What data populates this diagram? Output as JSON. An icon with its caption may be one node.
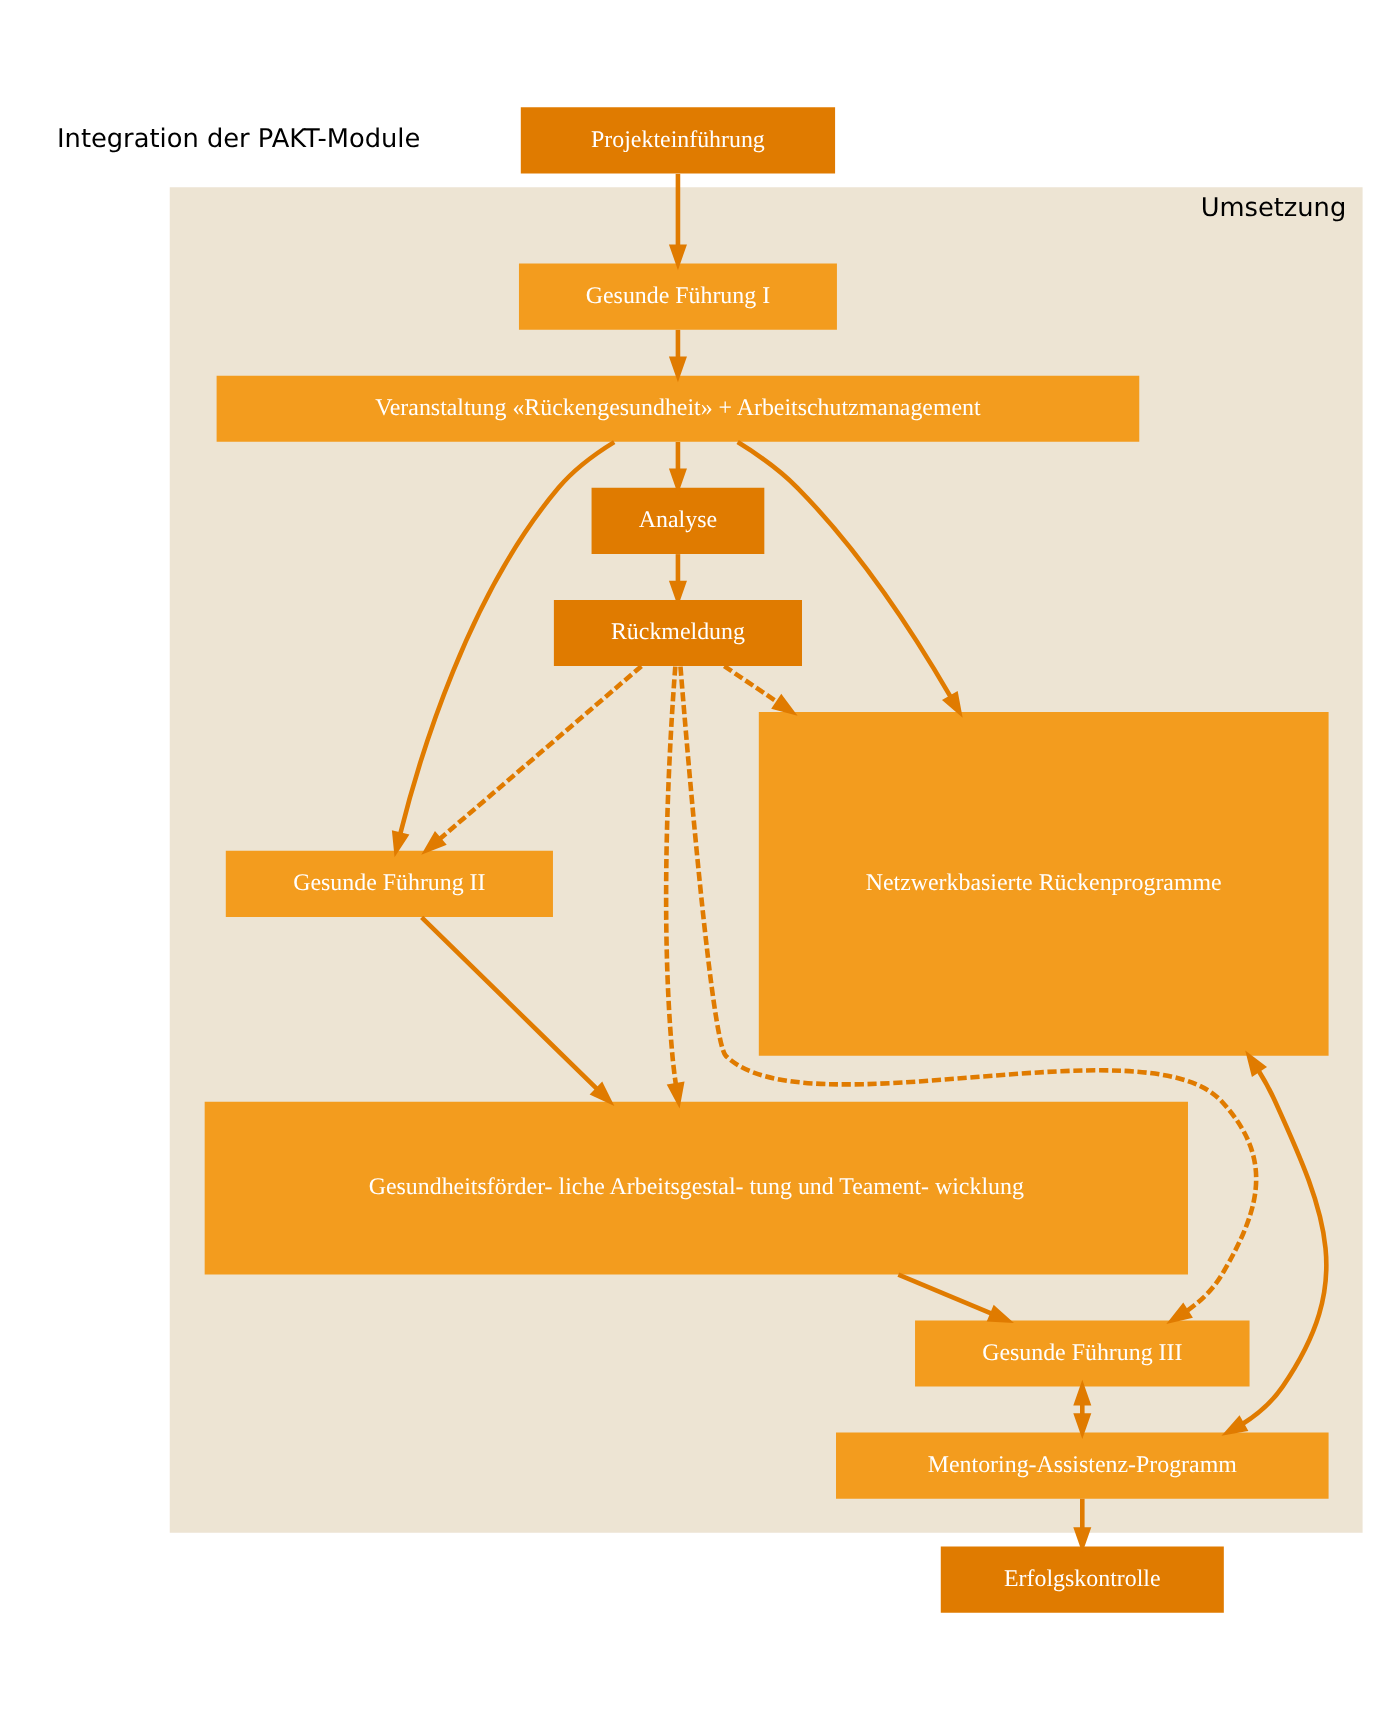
{
  "diagram": {
    "nodes": [
      {
        "text": [
          "Projekteinführung"
        ]
      },
      {
        "text": [
          "Umsetzung"
        ]
      },
      {
        "text": [
          "Gesunde Führung I"
        ],
        "in": 1
      },
      {
        "text": [
          "Veranstaltung «Rückengesundheit» + Arbeitschutzmanagement"
        ],
        "in": 1
      },
      {
        "text": [
          "Analyse"
        ],
        "in": 1
      },
      {
        "text": [
          "Rückmeldung"
        ],
        "in": 1
      },
      {
        "text": [
          "Gesunde Führung II"
        ],
        "in": 1
      },
      {
        "text": [
          "Gesundheitsförder- liche Arbeitsgestal- tung und Teament- wicklung"
        ],
        "in": 1
      },
      {
        "text": [
          "Netzwerkbasierte Rückenprogramme"
        ],
        "in": 1
      },
      {
        "text": [
          "Gesunde Führung III"
        ],
        "in": 1
      },
      {
        "text": [
          "Mentoring-Assistenz-Programm"
        ],
        "in": 1
      },
      {
        "text": [
          "Erfolgskontrolle"
        ]
      }
    ],
    "edges": [
      {
        "from": 0,
        "to": 2,
        "arrow": "to"
      },
      {
        "from": 2,
        "to": 3,
        "arrow": "to"
      },
      {
        "from": 3,
        "to": 4,
        "arrow": "to"
      },
      {
        "from": 4,
        "to": 5,
        "arrow": "to"
      },
      {
        "from": 3,
        "to": 6,
        "arrow": "to"
      },
      {
        "from": 3,
        "to": 8,
        "arrow": "to"
      },
      {
        "from": 5,
        "to": 6,
        "arrow": "to",
        "style": "dashed"
      },
      {
        "from": 5,
        "to": 7,
        "arrow": "to",
        "style": "dashed"
      },
      {
        "from": 5,
        "to": 8,
        "arrow": "to",
        "style": "dashed"
      },
      {
        "from": 5,
        "to": 9,
        "arrow": "to",
        "style": "dashed"
      },
      {
        "from": 6,
        "to": 7,
        "arrow": "to"
      },
      {
        "from": 7,
        "to": 9,
        "arrow": "to"
      },
      {
        "from": 9,
        "to": 10,
        "arrow": "both"
      },
      {
        "from": 8,
        "to": 10,
        "arrow": "both"
      },
      {
        "from": 10,
        "to": 11,
        "arrow": "to"
      }
    ],
    "labels": [
      "Integration der PAKT-Module"
    ]
  }
}
